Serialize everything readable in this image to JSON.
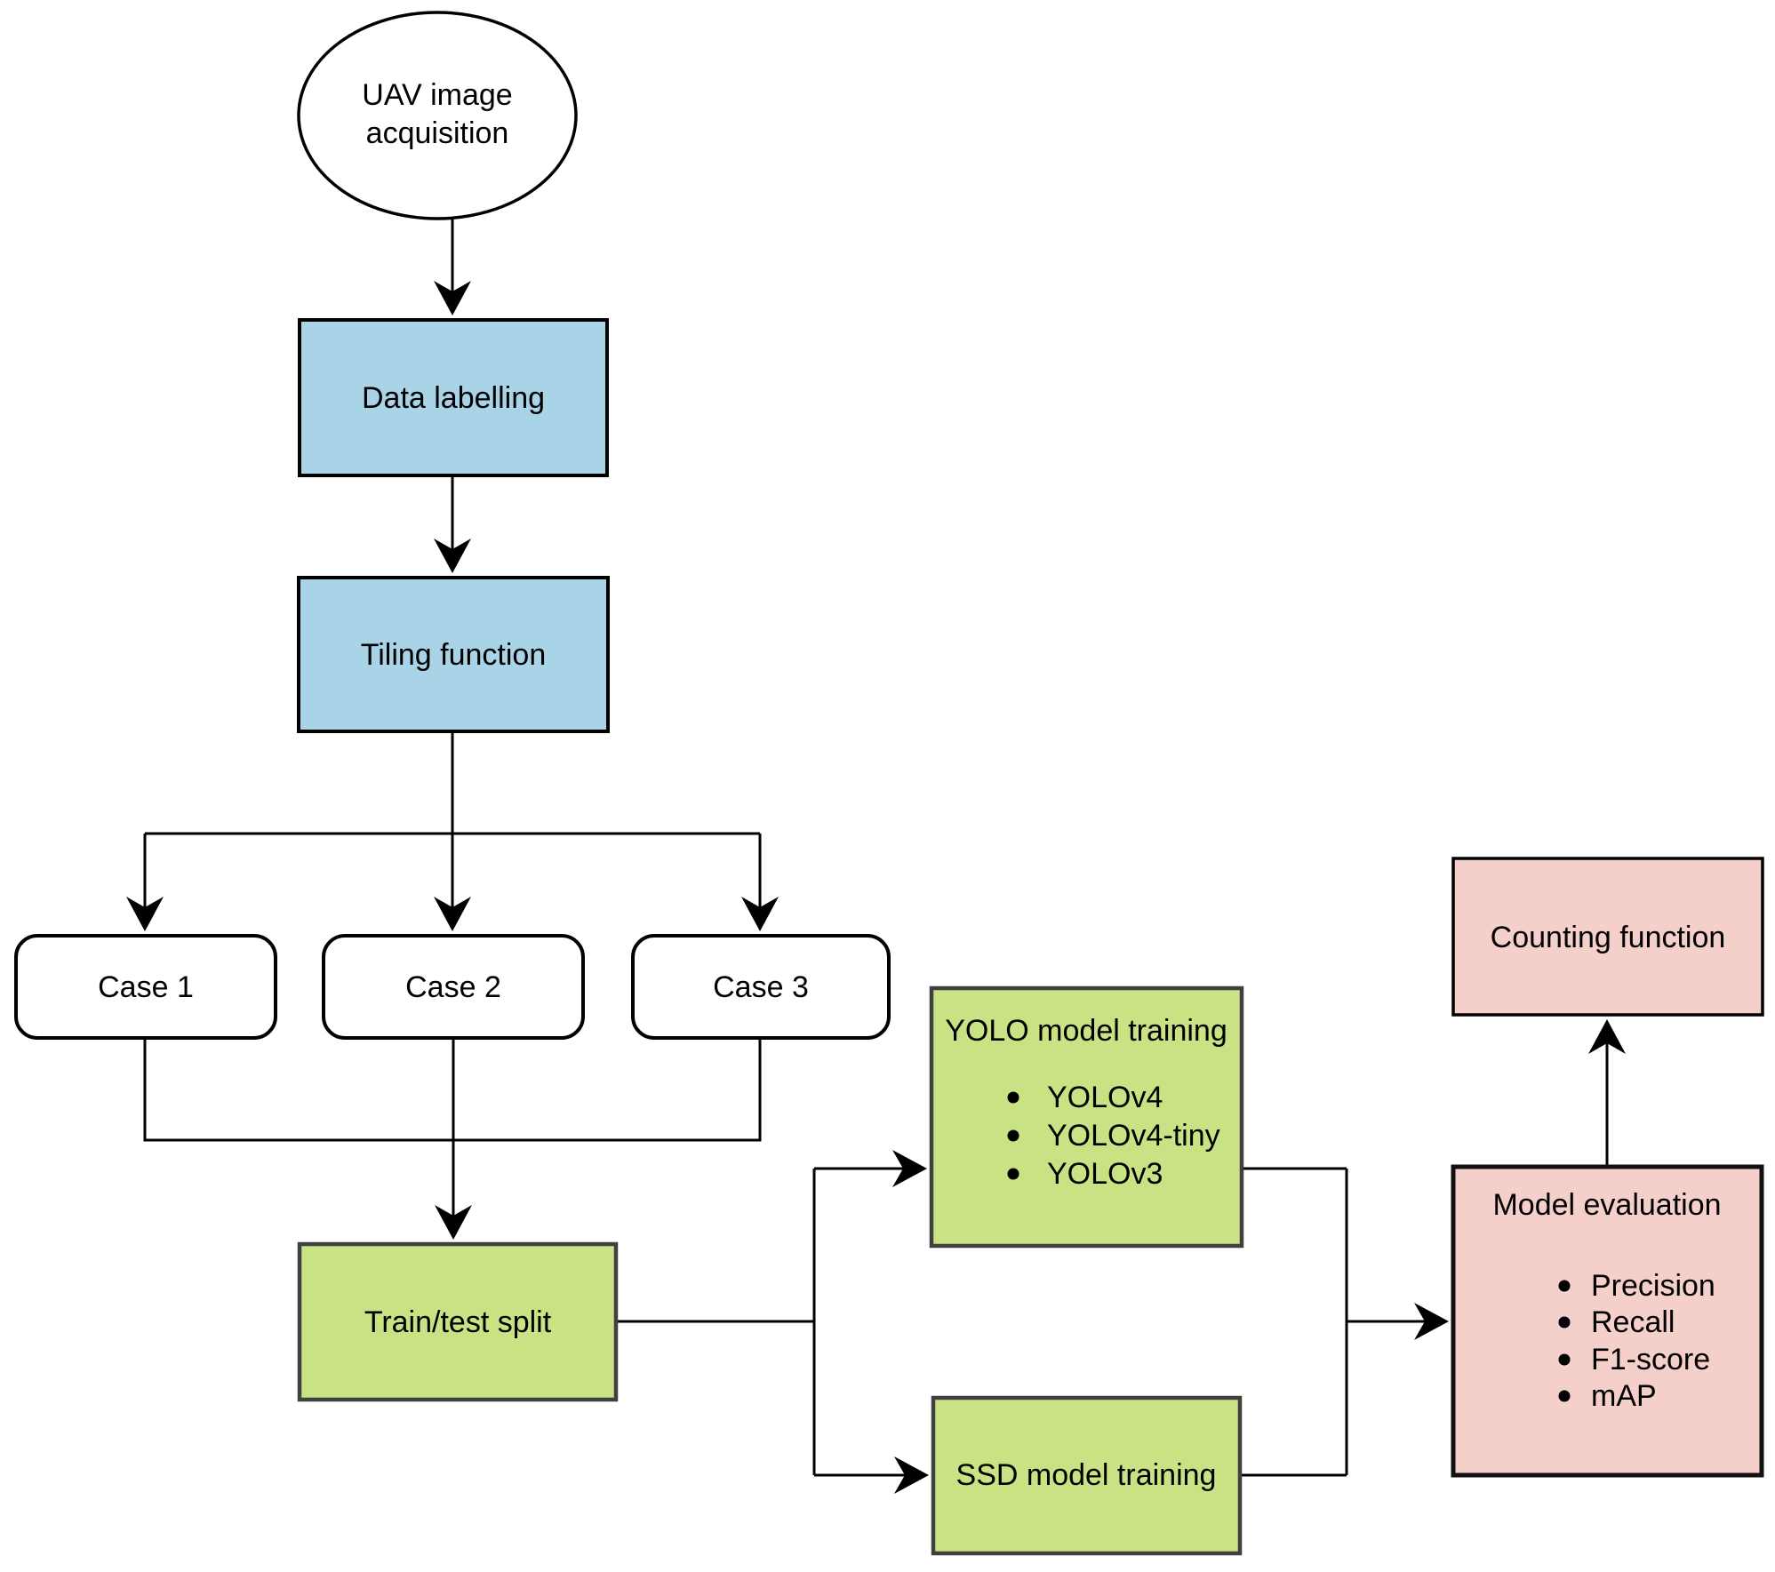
{
  "colors": {
    "background": "#ffffff",
    "blue": "#a9d4e8",
    "green": "#c9e283",
    "pink": "#f5cfca",
    "white": "#ffffff",
    "line": "#000000"
  },
  "nodes": {
    "uav_acquisition": {
      "lines": [
        "UAV image",
        "acquisition"
      ]
    },
    "data_labelling": {
      "label": "Data labelling"
    },
    "tiling_function": {
      "label": "Tiling function"
    },
    "case_1": {
      "label": "Case 1"
    },
    "case_2": {
      "label": "Case 2"
    },
    "case_3": {
      "label": "Case 3"
    },
    "train_test_split": {
      "label": "Train/test split"
    },
    "yolo_training": {
      "title": "YOLO model training",
      "items": [
        "YOLOv4",
        "YOLOv4-tiny",
        "YOLOv3"
      ]
    },
    "ssd_training": {
      "label": "SSD model training"
    },
    "model_evaluation": {
      "title": "Model evaluation",
      "items": [
        "Precision",
        "Recall",
        "F1-score",
        "mAP"
      ]
    },
    "counting_function": {
      "label": "Counting function"
    }
  }
}
